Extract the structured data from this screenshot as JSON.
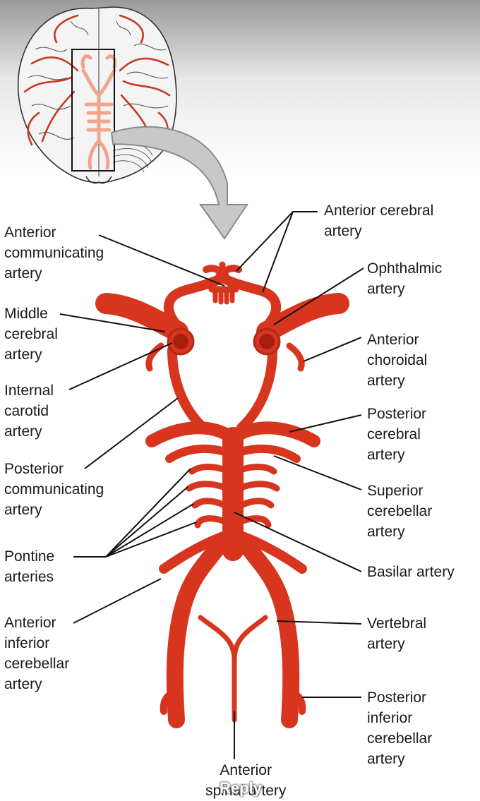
{
  "colors": {
    "artery": "#d8351f",
    "artery_dark": "#a81f10",
    "artery_light": "#ef7a62",
    "brain_outline": "#333333",
    "highlight": "#f2a68e",
    "arrow": "#c8c8c8",
    "leader": "#111111",
    "text": "#1a1a1a"
  },
  "labels": {
    "anterior_cerebral": "Anterior cerebral\nartery",
    "anterior_communicating": "Anterior\ncommunicating\nartery",
    "ophthalmic": "Ophthalmic\nartery",
    "middle_cerebral": "Middle\ncerebral\nartery",
    "anterior_choroidal": "Anterior\nchoroidal\nartery",
    "internal_carotid": "Internal\ncarotid\nartery",
    "posterior_cerebral": "Posterior\ncerebral\nartery",
    "posterior_communicating": "Posterior\ncommunicating\nartery",
    "superior_cerebellar": "Superior\ncerebellar\nartery",
    "pontine": "Pontine\narteries",
    "basilar": "Basilar artery",
    "anterior_inferior_cerebellar": "Anterior\ninferior\ncerebellar\nartery",
    "vertebral": "Vertebral\nartery",
    "posterior_inferior_cerebellar": "Posterior\ninferior\ncerebellar\nartery",
    "anterior_spinal": "Anterior\nspinal artery"
  },
  "overlay": {
    "reply_label": "Reply"
  }
}
